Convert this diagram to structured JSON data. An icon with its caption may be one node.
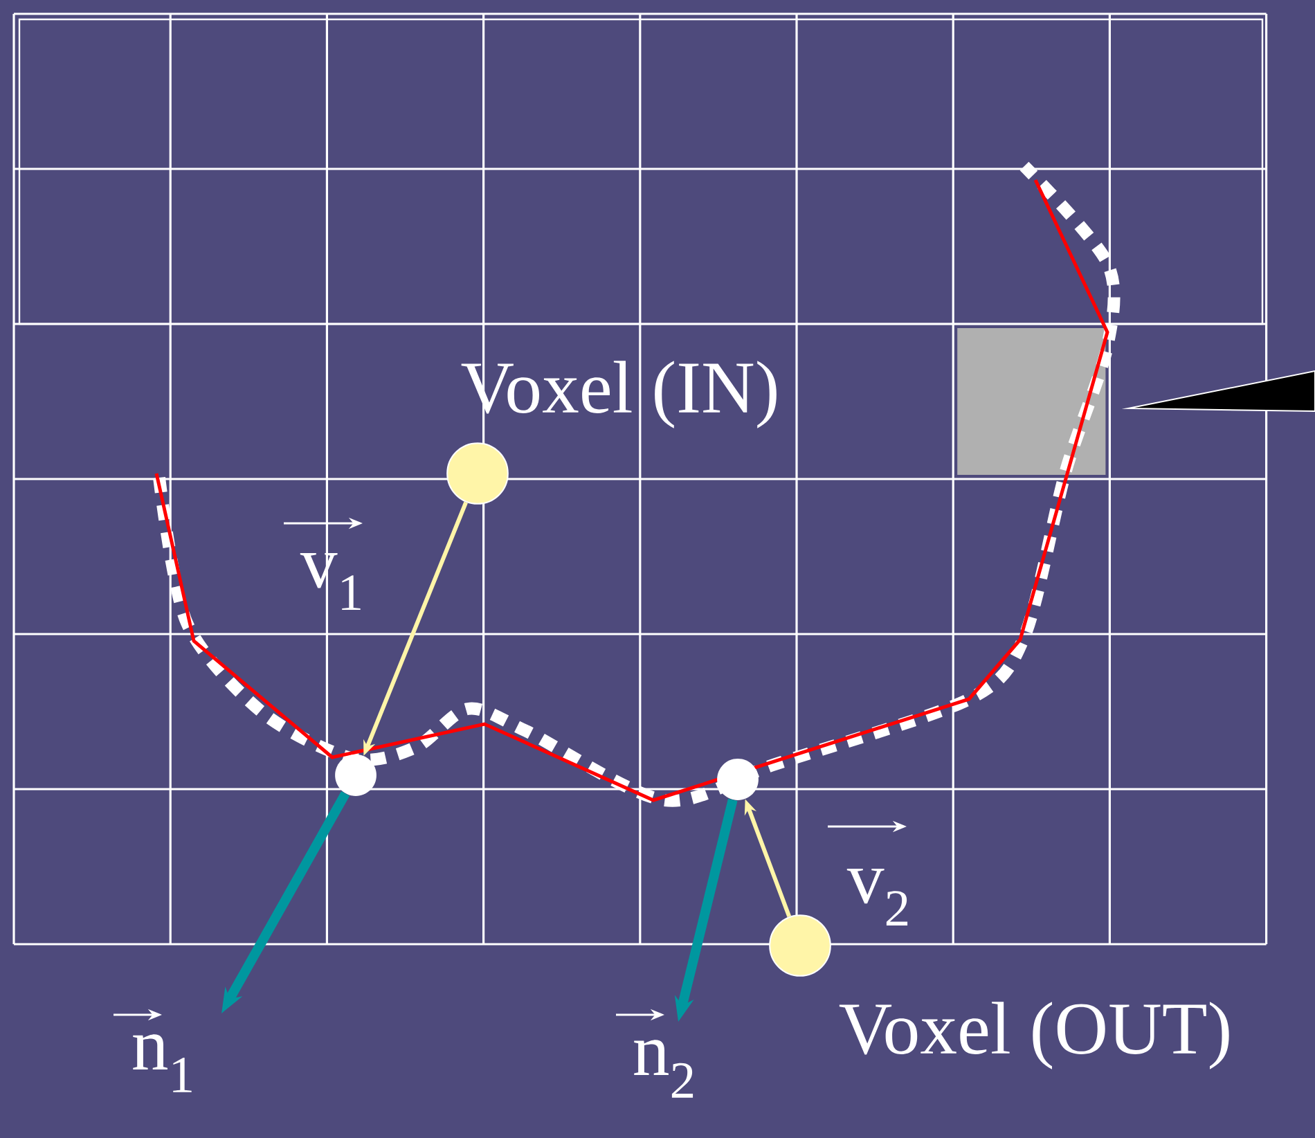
{
  "diagram": {
    "nodes": [
      {
        "text": [
          "Voxel (IN)"
        ]
      },
      {
        "text": [],
        "shape": "circle"
      },
      {
        "text": [],
        "shape": "circle"
      },
      {
        "text": [
          "Voxel (OUT)"
        ]
      }
    ],
    "edges": [
      {
        "from": 0,
        "to": 1,
        "arrow": "to",
        "color": "#fff5a8"
      },
      {
        "from": 1,
        "to": null,
        "arrow": "to",
        "style": "thick",
        "color": "#00979f"
      },
      {
        "from": 3,
        "to": 2,
        "arrow": "to",
        "color": "#fff5a8"
      },
      {
        "from": 2,
        "to": null,
        "arrow": "to",
        "style": "thick",
        "color": "#00979f"
      }
    ],
    "labels": [
      "v$_{1}$",
      "v$_{2}$",
      "n$_{1}$",
      "n$_{2}$"
    ]
  }
}
